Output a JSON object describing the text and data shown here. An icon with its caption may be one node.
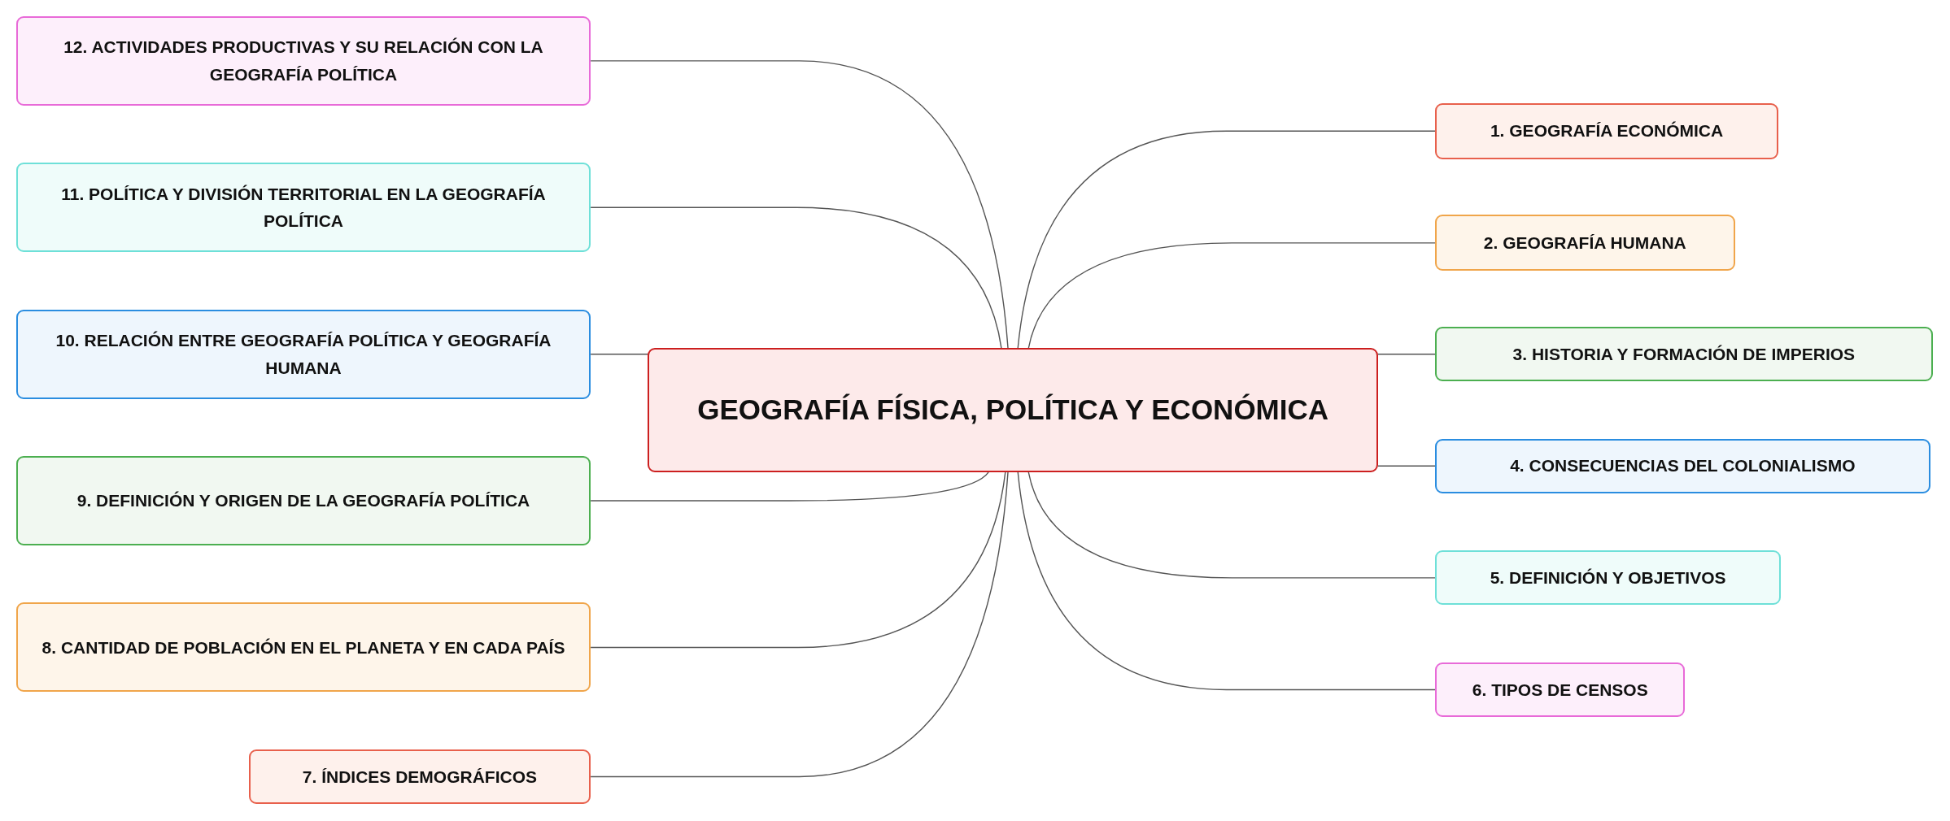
{
  "diagram": {
    "nodes": [
      {
        "text": [
          "GEOGRAFÍA FÍSICA, POLÍTICA Y ECONÓMICA"
        ]
      },
      {
        "text": [
          "1. GEOGRAFÍA ECONÓMICA"
        ]
      },
      {
        "text": [
          "2. GEOGRAFÍA HUMANA"
        ]
      },
      {
        "text": [
          "3. HISTORIA Y FORMACIÓN DE IMPERIOS"
        ]
      },
      {
        "text": [
          "4. CONSECUENCIAS DEL COLONIALISMO"
        ]
      },
      {
        "text": [
          "5. DEFINICIÓN Y OBJETIVOS"
        ]
      },
      {
        "text": [
          "6. TIPOS DE CENSOS"
        ]
      },
      {
        "text": [
          "7. ÍNDICES DEMOGRÁFICOS"
        ]
      },
      {
        "text": [
          "8. CANTIDAD DE POBLACIÓN EN EL PLANETA Y EN CADA PAÍS"
        ]
      },
      {
        "text": [
          "9. DEFINICIÓN Y ORIGEN DE LA GEOGRAFÍA POLÍTICA"
        ]
      },
      {
        "text": [
          "10. RELACIÓN ENTRE GEOGRAFÍA POLÍTICA Y GEOGRAFÍA HUMANA"
        ]
      },
      {
        "text": [
          "11. POLÍTICA Y DIVISIÓN TERRITORIAL EN LA GEOGRAFÍA POLÍTICA"
        ]
      },
      {
        "text": [
          "12. ACTIVIDADES PRODUCTIVAS Y SU RELACIÓN CON LA GEOGRAFÍA POLÍTICA"
        ]
      }
    ],
    "edges": [
      {
        "from": 0,
        "to": 1,
        "arrow": "none"
      },
      {
        "from": 0,
        "to": 2,
        "arrow": "none"
      },
      {
        "from": 0,
        "to": 3,
        "arrow": "none"
      },
      {
        "from": 0,
        "to": 4,
        "arrow": "none"
      },
      {
        "from": 0,
        "to": 5,
        "arrow": "none"
      },
      {
        "from": 0,
        "to": 6,
        "arrow": "none"
      },
      {
        "from": 0,
        "to": 7,
        "arrow": "none"
      },
      {
        "from": 0,
        "to": 8,
        "arrow": "none"
      },
      {
        "from": 0,
        "to": 9,
        "arrow": "none"
      },
      {
        "from": 0,
        "to": 10,
        "arrow": "none"
      },
      {
        "from": 0,
        "to": 11,
        "arrow": "none"
      },
      {
        "from": 0,
        "to": 12,
        "arrow": "none"
      }
    ]
  }
}
